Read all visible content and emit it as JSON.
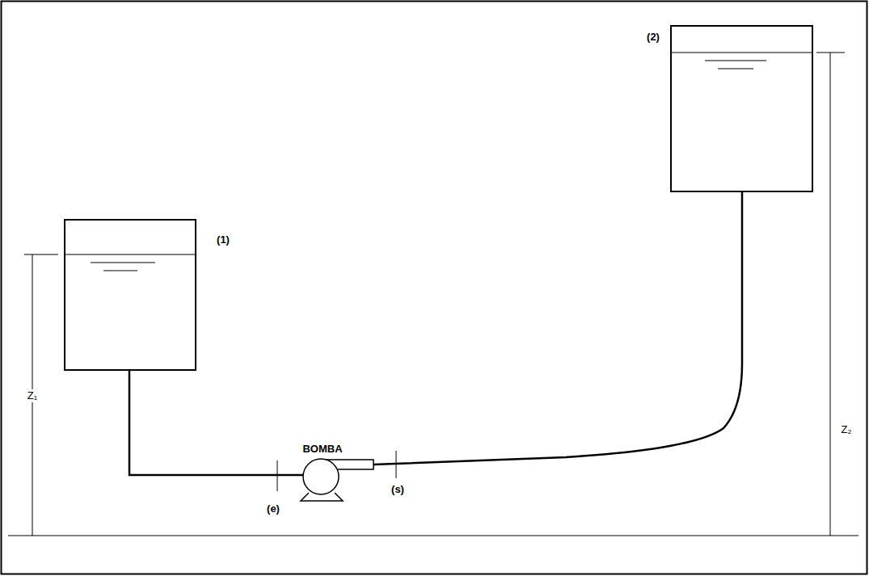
{
  "diagram": {
    "labels": [
      "(2)",
      "(1)",
      "Z₁",
      "BOMBA",
      "(e)",
      "(s)",
      "Z₂"
    ]
  }
}
